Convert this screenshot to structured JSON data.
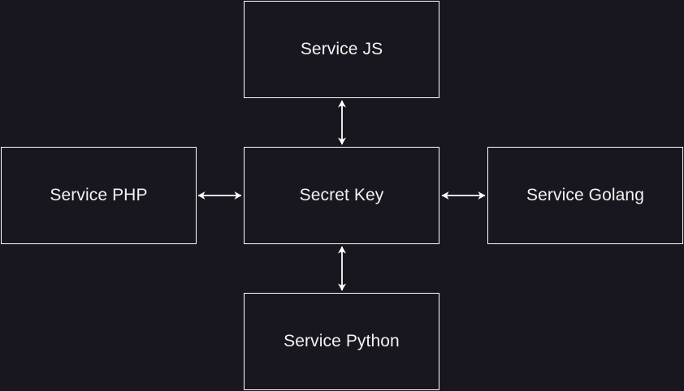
{
  "diagram": {
    "nodes": {
      "top": {
        "label": "Service JS"
      },
      "left": {
        "label": "Service PHP"
      },
      "center": {
        "label": "Secret Key"
      },
      "right": {
        "label": "Service Golang"
      },
      "bottom": {
        "label": "Service Python"
      }
    },
    "edges": [
      {
        "from": "center",
        "to": "top",
        "direction": "bidirectional"
      },
      {
        "from": "center",
        "to": "left",
        "direction": "bidirectional"
      },
      {
        "from": "center",
        "to": "right",
        "direction": "bidirectional"
      },
      {
        "from": "center",
        "to": "bottom",
        "direction": "bidirectional"
      }
    ],
    "colors": {
      "background": "#18161e",
      "stroke": "#ffffff",
      "text": "#f2f2f2"
    }
  }
}
